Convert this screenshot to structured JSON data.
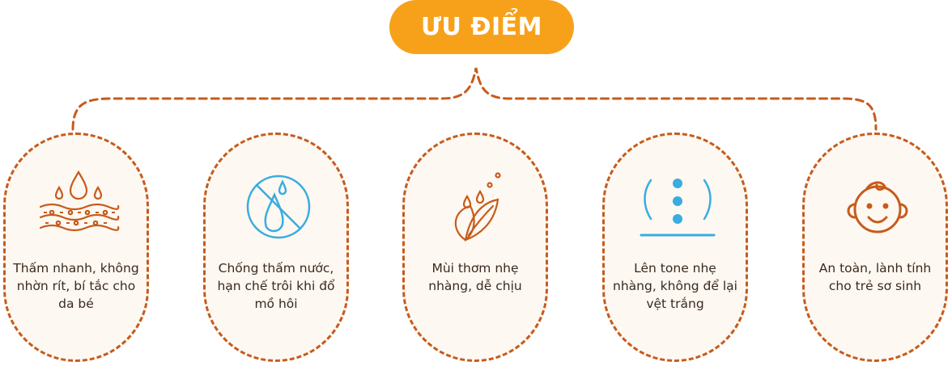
{
  "header": {
    "title": "ƯU ĐIỂM"
  },
  "colors": {
    "accent": "#f7a11b",
    "border": "#c75b1c",
    "icon_orange": "#c75b1c",
    "icon_blue": "#39ace0",
    "card_bg": "#fdf8f1"
  },
  "features": [
    {
      "icon": "absorb-skin-icon",
      "text": "Thấm nhanh, không nhờn rít, bí tắc cho da bé"
    },
    {
      "icon": "no-water-icon",
      "text": "Chống thấm nước, hạn chế trôi khi đổ mồ hôi"
    },
    {
      "icon": "leaf-drops-icon",
      "text": "Mùi thơm nhẹ nhàng, dễ chịu"
    },
    {
      "icon": "skin-tone-icon",
      "text": "Lên tone nhẹ nhàng, không để lại vệt trắng"
    },
    {
      "icon": "baby-face-icon",
      "text": "An toàn, lành tính cho trẻ sơ sinh"
    }
  ]
}
